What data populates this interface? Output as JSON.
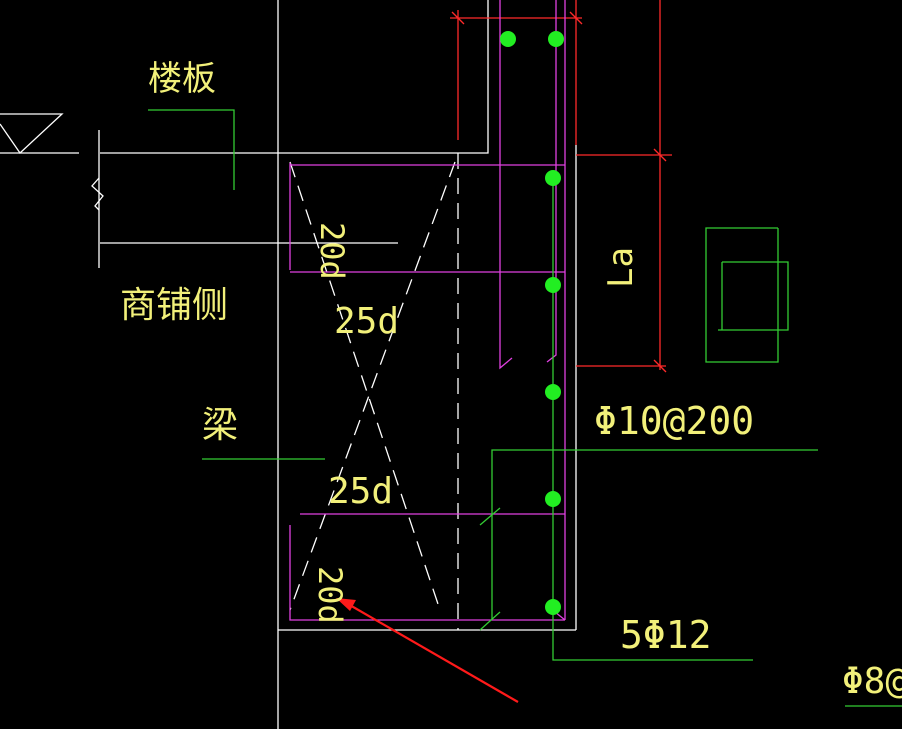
{
  "labels": {
    "slab": "楼板",
    "shop_side": "商铺侧",
    "beam": "梁",
    "len_20d_top": "20d",
    "len_25d_upper": "25d",
    "len_25d_lower": "25d",
    "len_20d_bottom": "20d",
    "la": "La",
    "stirrup": "Φ10@200",
    "bottom_bars": "5Φ12",
    "edge_bar": "Φ8@"
  },
  "colors": {
    "background": "#000000",
    "outline": "#ffffff",
    "rebar": "#e040e0",
    "dimension": "#ff2a2a",
    "leader": "#33cc33",
    "rebar_dot": "#22ee22",
    "text": "#f2f07a",
    "arrow": "#ff1a1a"
  }
}
